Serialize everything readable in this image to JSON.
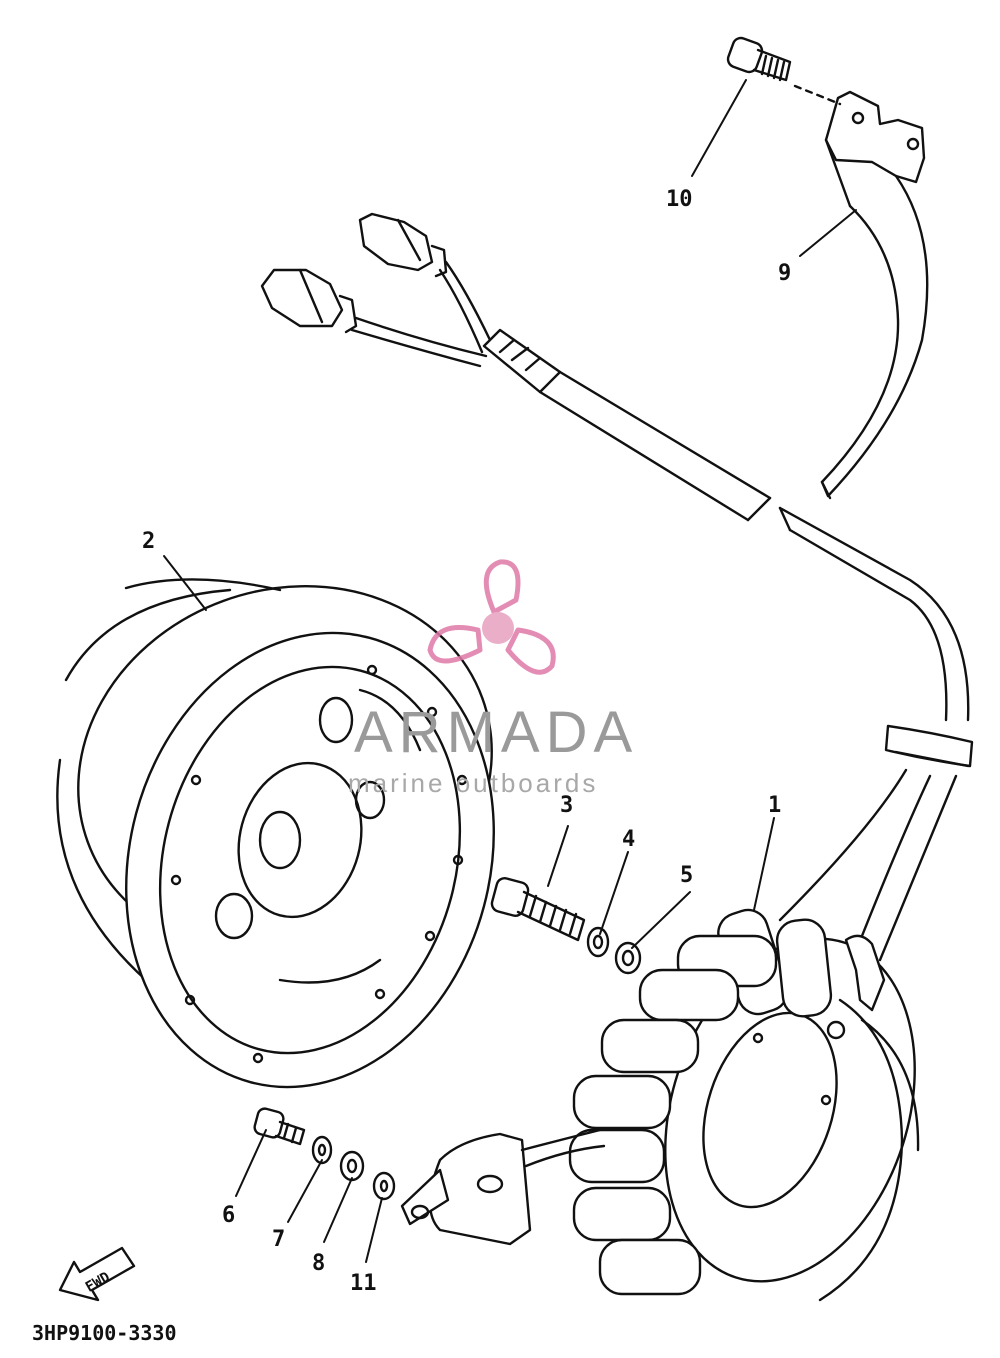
{
  "diagram": {
    "part_code": "3HP9100-3330",
    "fwd_label": "FWD",
    "callouts": [
      {
        "id": "1",
        "text": "1"
      },
      {
        "id": "2",
        "text": "2"
      },
      {
        "id": "3",
        "text": "3"
      },
      {
        "id": "4",
        "text": "4"
      },
      {
        "id": "5",
        "text": "5"
      },
      {
        "id": "6",
        "text": "6"
      },
      {
        "id": "7",
        "text": "7"
      },
      {
        "id": "8",
        "text": "8"
      },
      {
        "id": "9",
        "text": "9"
      },
      {
        "id": "10",
        "text": "10"
      },
      {
        "id": "11",
        "text": "11"
      }
    ]
  },
  "watermark": {
    "brand": "ARMADA",
    "tagline": "marine outboards",
    "accent_color": "#e07aa8"
  }
}
